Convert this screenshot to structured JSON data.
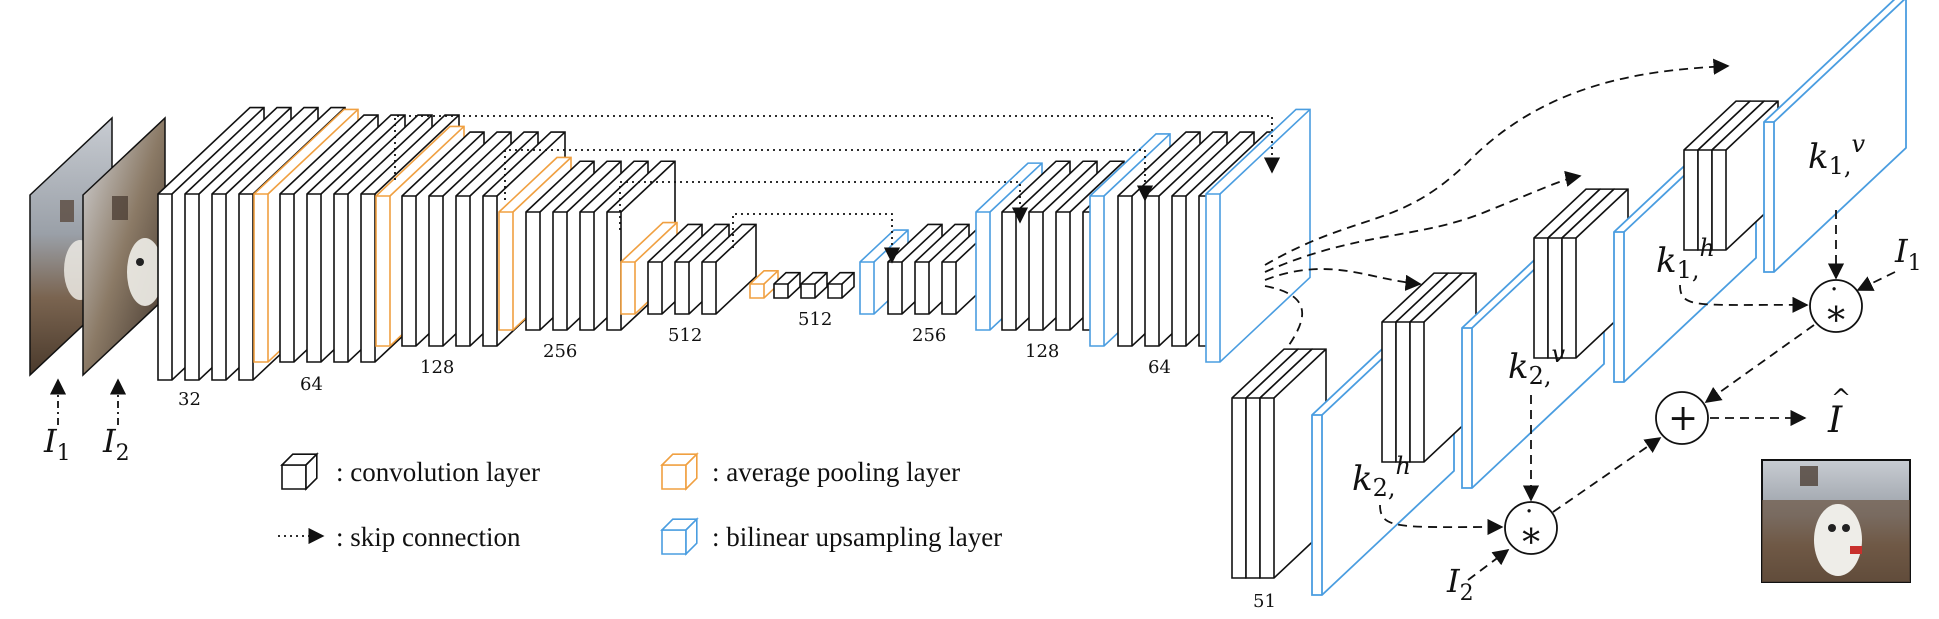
{
  "colors": {
    "conv": "#111111",
    "pool": "#f0a041",
    "upsample": "#4a9de0",
    "face": "#ffffff"
  },
  "inputs": {
    "i1_base": "I",
    "i1_sub": "1",
    "i2_base": "I",
    "i2_sub": "2"
  },
  "channel_labels": [
    "32",
    "64",
    "128",
    "256",
    "512",
    "512",
    "256",
    "128",
    "64",
    "51"
  ],
  "legend": {
    "conv_label": ": convolution layer",
    "pool_label": ": average pooling layer",
    "skip_label": ": skip connection",
    "upsample_label": ": bilinear upsampling layer"
  },
  "kernels": {
    "k1v_base": "k",
    "k1v_sub": "1,",
    "k1v_sup": "v",
    "k1h_base": "k",
    "k1h_sub": "1,",
    "k1h_sup": "h",
    "k2v_base": "k",
    "k2v_sub": "2,",
    "k2v_sup": "v",
    "k2h_base": "k",
    "k2h_sub": "2,",
    "k2h_sup": "h"
  },
  "ops": {
    "sepconv_symbol": "∗",
    "sepconv_dot": "·",
    "plus_symbol": "+"
  },
  "output": {
    "base": "I",
    "hat": "^"
  },
  "side_inputs": {
    "top_base": "I",
    "top_sub": "1",
    "bottom_base": "I",
    "bottom_sub": "2"
  }
}
